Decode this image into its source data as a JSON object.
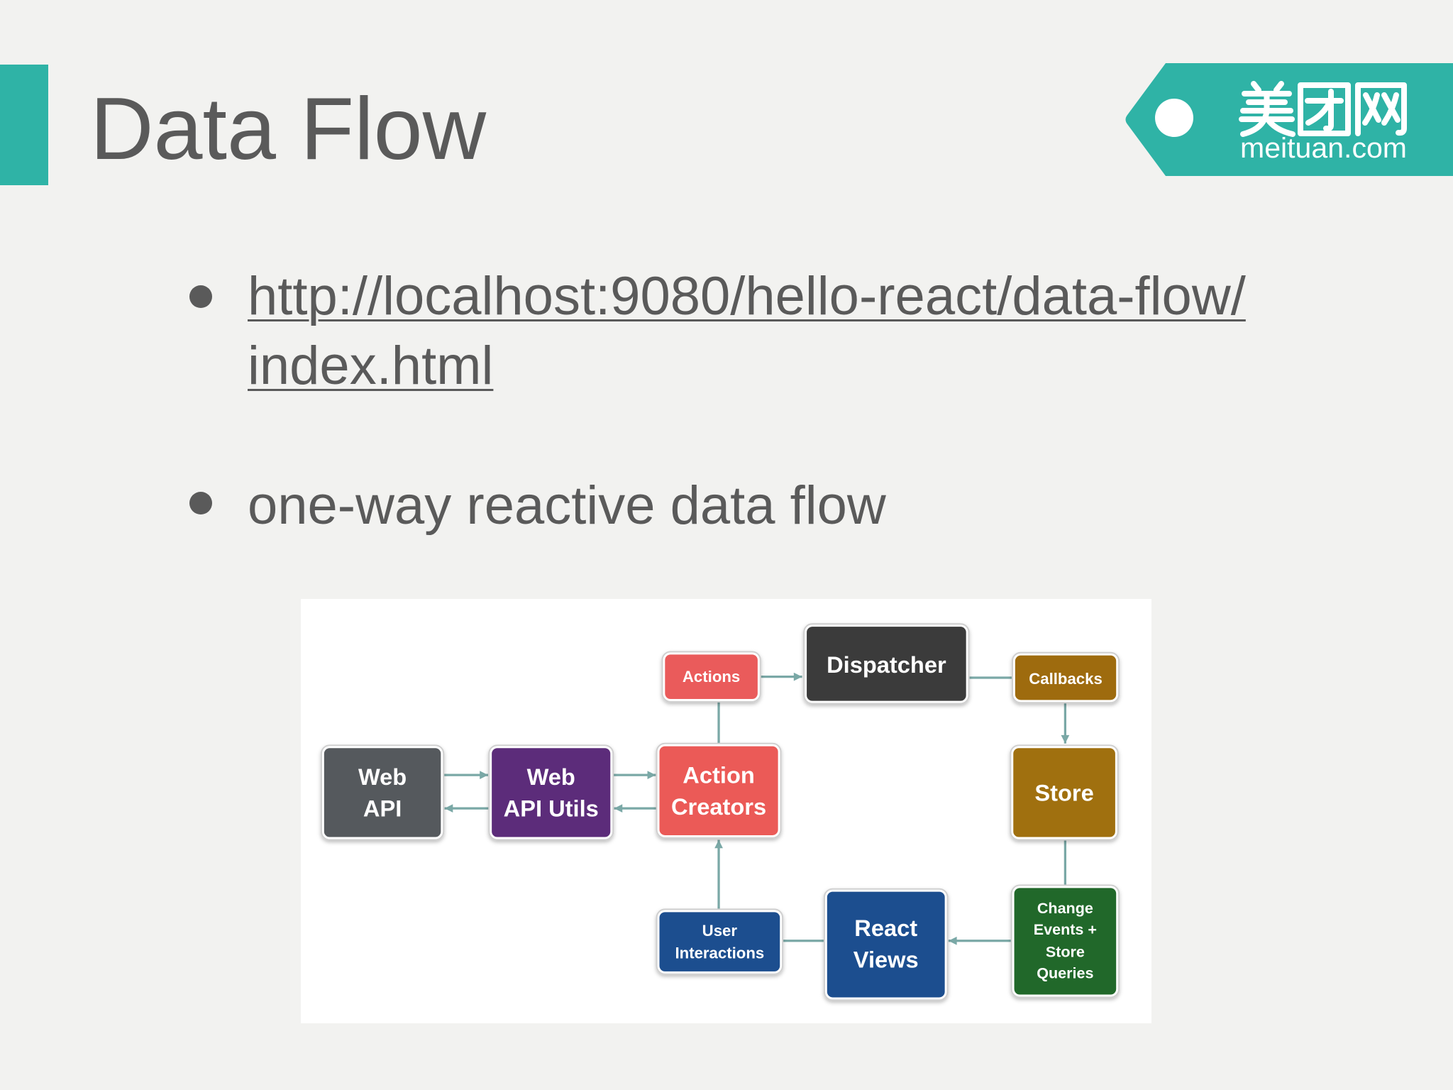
{
  "slide": {
    "title": "Data Flow",
    "background": "#f2f2f0",
    "accent_color": "#2fb3a6",
    "text_color": "#5a5a5a"
  },
  "logo": {
    "name": "美团网",
    "domain": "meituan.com",
    "color": "#2fb3a6"
  },
  "bullets": {
    "link": {
      "lines": [
        "http://localhost:9080/hello-react/data-flow/",
        "index.html"
      ]
    },
    "text": "one-way reactive data flow"
  },
  "diagram": {
    "background": "#ffffff",
    "line_color": "#7aa8a6",
    "nodes": {
      "actions": {
        "lines": [
          "Actions"
        ],
        "color": "#ea5b5b"
      },
      "dispatcher": {
        "lines": [
          "Dispatcher"
        ],
        "color": "#3b3b3b"
      },
      "callbacks": {
        "lines": [
          "Callbacks"
        ],
        "color": "#9e6b0e"
      },
      "web_api": {
        "lines": [
          "Web",
          "API"
        ],
        "color": "#55595d"
      },
      "web_api_utils": {
        "lines": [
          "Web",
          "API Utils"
        ],
        "color": "#5c2c7a"
      },
      "action_creators": {
        "lines": [
          "Action",
          "Creators"
        ],
        "color": "#eb5a57"
      },
      "store": {
        "lines": [
          "Store"
        ],
        "color": "#a0700f"
      },
      "user_interactions": {
        "lines": [
          "User",
          "Interactions"
        ],
        "color": "#1c4e8f"
      },
      "react_views": {
        "lines": [
          "React",
          "Views"
        ],
        "color": "#1c4e8f"
      },
      "change_events": {
        "lines": [
          "Change",
          "Events +",
          "Store",
          "Queries"
        ],
        "color": "#21682a"
      }
    }
  }
}
